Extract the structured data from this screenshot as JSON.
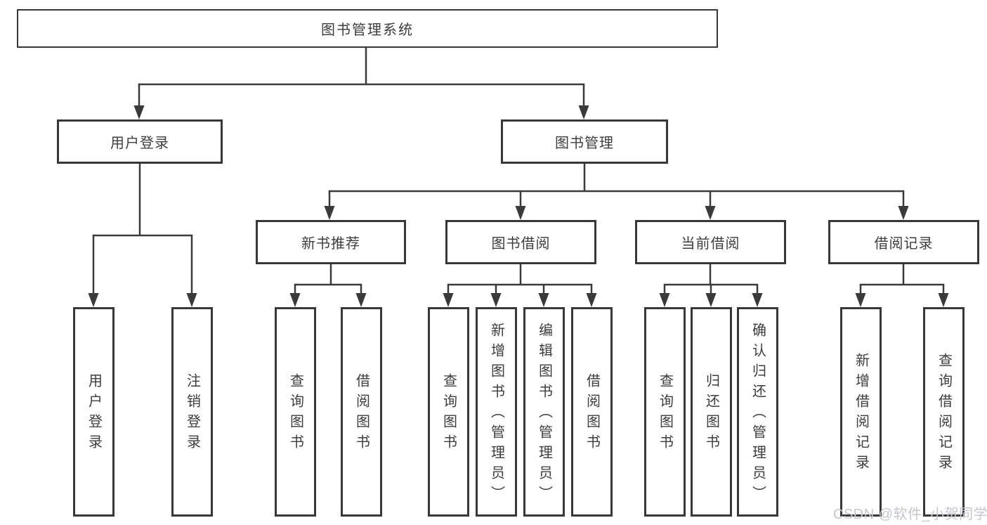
{
  "nodes": {
    "root": "图书管理系统",
    "user_login": "用户登录",
    "book_management": "图书管理",
    "new_book_recommend": "新书推荐",
    "book_borrow": "图书借阅",
    "current_borrow": "当前借阅",
    "borrow_records": "借阅记录",
    "leaves_user_login": [
      "用户登录",
      "注销登录"
    ],
    "leaves_new_book": [
      "查询图书",
      "借阅图书"
    ],
    "leaves_book_borrow": [
      "查询图书",
      "新增图书（管理员）",
      "编辑图书（管理员）",
      "借阅图书"
    ],
    "leaves_current_borrow": [
      "查询图书",
      "归还图书",
      "确认归还（管理员）"
    ],
    "leaves_borrow_records": [
      "新增借阅记录",
      "查询借阅记录"
    ]
  },
  "watermark": {
    "text": "CSDN @软件_小贺同学",
    "color": "#c4c7cd"
  },
  "colors": {
    "line": "#3a3a3a",
    "box_border": "#383838",
    "box_fill": "#ffffff",
    "text": "#3d3d3d",
    "background": "#ffffff"
  }
}
